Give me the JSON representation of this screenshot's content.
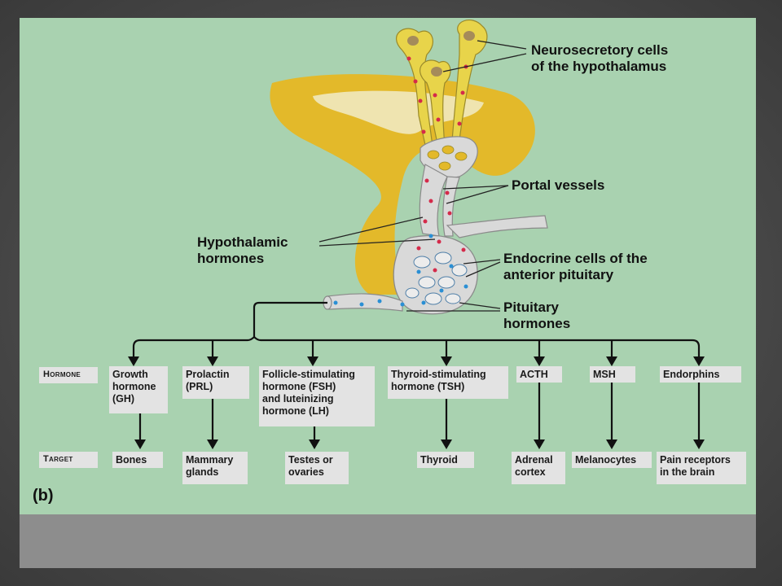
{
  "labels": {
    "neurosecretory": [
      "Neurosecretory cells",
      "of the hypothalamus"
    ],
    "portal": "Portal vessels",
    "hypothalamic": [
      "Hypothalamic",
      "hormones"
    ],
    "endocrine": [
      "Endocrine cells of the",
      "anterior pituitary"
    ],
    "pituitary": [
      "Pituitary",
      "hormones"
    ]
  },
  "row_labels": {
    "hormone": "Hormone",
    "target": "Target"
  },
  "hormones": [
    {
      "lines": [
        "Growth",
        "hormone",
        "(GH)"
      ],
      "target": [
        "Bones"
      ]
    },
    {
      "lines": [
        "Prolactin",
        "(PRL)"
      ],
      "target": [
        "Mammary",
        "glands"
      ]
    },
    {
      "lines": [
        "Follicle-stimulating",
        "hormone (FSH)",
        "and luteinizing",
        "hormone (LH)"
      ],
      "target": [
        "Testes or",
        "ovaries"
      ]
    },
    {
      "lines": [
        "Thyroid-stimulating",
        "hormone (TSH)"
      ],
      "target": [
        "Thyroid"
      ]
    },
    {
      "lines": [
        "ACTH"
      ],
      "target": [
        "Adrenal",
        "cortex"
      ]
    },
    {
      "lines": [
        "MSH"
      ],
      "target": [
        "Melanocytes"
      ]
    },
    {
      "lines": [
        "Endorphins"
      ],
      "target": [
        "Pain receptors",
        "in the brain"
      ]
    }
  ],
  "part_label": "(b)",
  "colors": {
    "background": "#a9d2b0",
    "hypothalamus": "#e3b92a",
    "neuron": "#e8d44a",
    "vessel": "#d9d9d9",
    "hypothalamic_dot": "#d42a4a",
    "pituitary_dot": "#2a8fd4",
    "box": "#e3e3e3"
  }
}
